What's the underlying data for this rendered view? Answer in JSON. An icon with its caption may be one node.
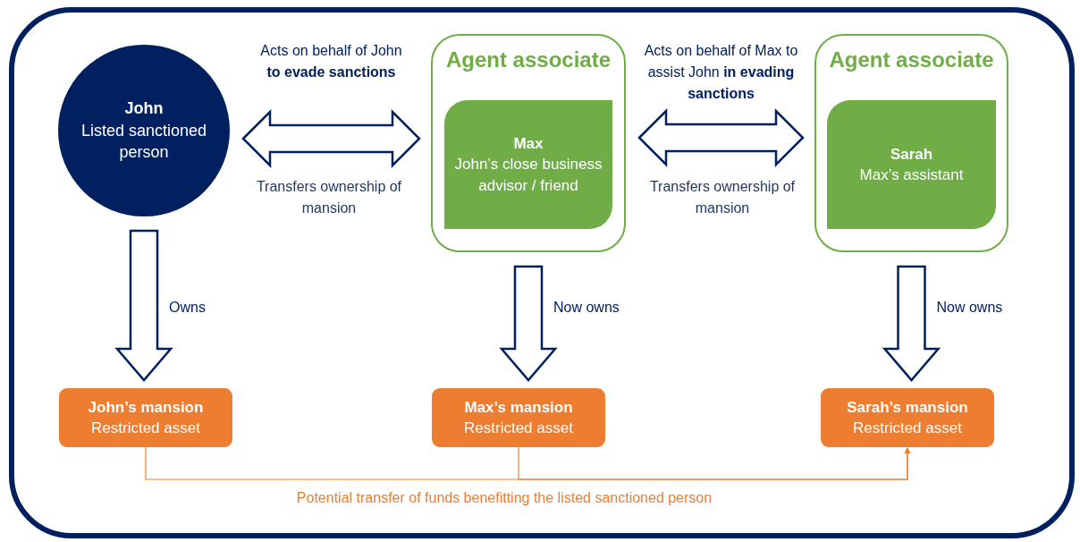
{
  "diagram": {
    "nodes": [
      {
        "text": [
          "John",
          "Listed sanctioned person"
        ]
      },
      {
        "text": [
          "Agent associate"
        ]
      },
      {
        "text": [
          "Max",
          "John’s close business advisor / friend"
        ],
        "in": 1
      },
      {
        "text": [
          "Agent associate"
        ]
      },
      {
        "text": [
          "Sarah",
          "Max’s assistant"
        ],
        "in": 3
      },
      {
        "text": [
          "John’s mansion",
          "Restricted asset"
        ]
      },
      {
        "text": [
          "Max’s mansion",
          "Restricted asset"
        ]
      },
      {
        "text": [
          "Sarah’s mansion",
          "Restricted asset"
        ]
      }
    ],
    "edges": [
      {
        "from": 0,
        "to": 1,
        "arrow": "both",
        "label": "Acts on behalf of John **to evade sanctions**"
      },
      {
        "from": 1,
        "to": 3,
        "arrow": "both",
        "label": "Acts on behalf of Max to assist John **in evading sanctions**"
      },
      {
        "from": 0,
        "to": 5,
        "arrow": "to",
        "label": "Owns"
      },
      {
        "from": 1,
        "to": 6,
        "arrow": "to",
        "label": "Now owns"
      },
      {
        "from": 3,
        "to": 7,
        "arrow": "to",
        "label": "Now owns"
      },
      {
        "from": 5,
        "to": 7,
        "arrow": "to",
        "label": "Potential transfer of funds benefitting the listed sanctioned person",
        "color": "#ed7d31"
      },
      {
        "from": 6,
        "to": 7,
        "arrow": "to",
        "color": "#ed7d31"
      }
    ],
    "labels": [
      "Transfers ownership of mansion",
      "Transfers ownership of mansion"
    ]
  }
}
